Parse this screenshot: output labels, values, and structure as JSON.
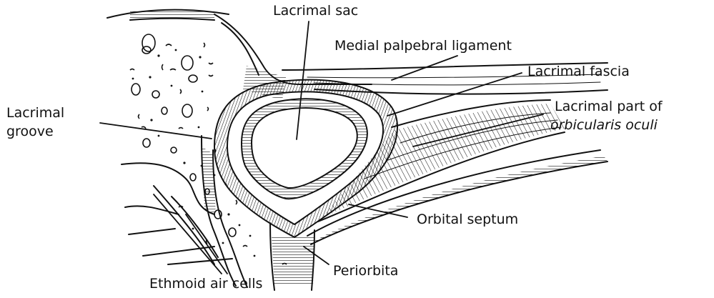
{
  "labels": {
    "lacrimal_sac": "Lacrimal sac",
    "medial_palpebral_ligament": "Medial palpebral ligament",
    "lacrimal_fascia": "Lacrimal fascia",
    "lacrimal_groove_line1": "Lacrimal",
    "lacrimal_groove_line2": "groove",
    "lacrimal_part_line1": "Lacrimal part of",
    "lacrimal_part_line2": "orbicularis oculi",
    "orbital_septum": "Orbital septum",
    "periorbita": "Periorbita",
    "ethmoid_air_cells": "Ethmoid air cells"
  },
  "colors": {
    "ink": "#111111",
    "background": "#ffffff"
  }
}
